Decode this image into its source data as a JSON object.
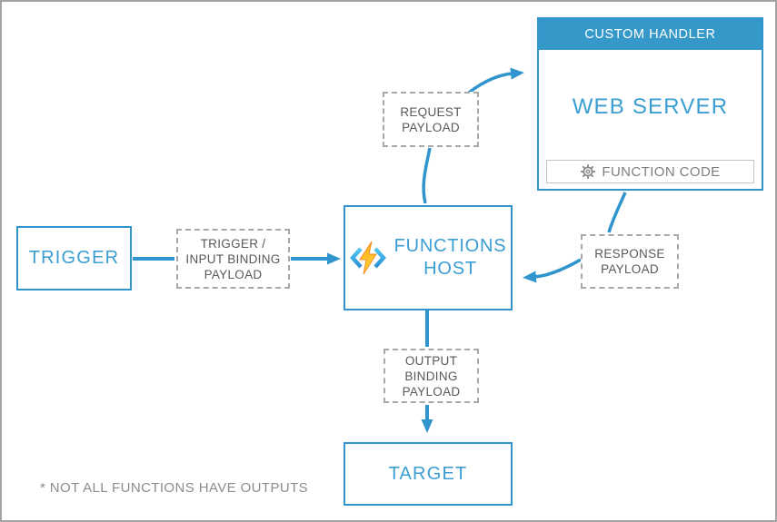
{
  "colors": {
    "accent_blue": "#3095cd",
    "header_blue": "#3499c9",
    "dashed_gray": "#a8a8a8",
    "payload_text_gray": "#595959",
    "footnote_gray": "#8c8c8c",
    "bolt_orange": "#f78d1e",
    "bolt_yellow": "#ffc821"
  },
  "nodes": {
    "trigger": {
      "label": "TRIGGER"
    },
    "functions_host": {
      "lines": [
        "FUNCTIONS",
        "HOST"
      ],
      "icon": "azure-functions-bolt-icon"
    },
    "custom_handler": {
      "header": "CUSTOM HANDLER",
      "title": "WEB SERVER",
      "function_code": "FUNCTION CODE",
      "function_code_icon": "gear-icon"
    },
    "target": {
      "label": "TARGET"
    }
  },
  "payloads": {
    "trigger_input": {
      "lines": [
        "TRIGGER /",
        "INPUT BINDING",
        "PAYLOAD"
      ]
    },
    "request": {
      "lines": [
        "REQUEST",
        "PAYLOAD"
      ]
    },
    "response": {
      "lines": [
        "RESPONSE",
        "PAYLOAD"
      ]
    },
    "output": {
      "lines": [
        "OUTPUT",
        "BINDING",
        "PAYLOAD"
      ]
    }
  },
  "footnote": "* NOT ALL FUNCTIONS HAVE OUTPUTS"
}
